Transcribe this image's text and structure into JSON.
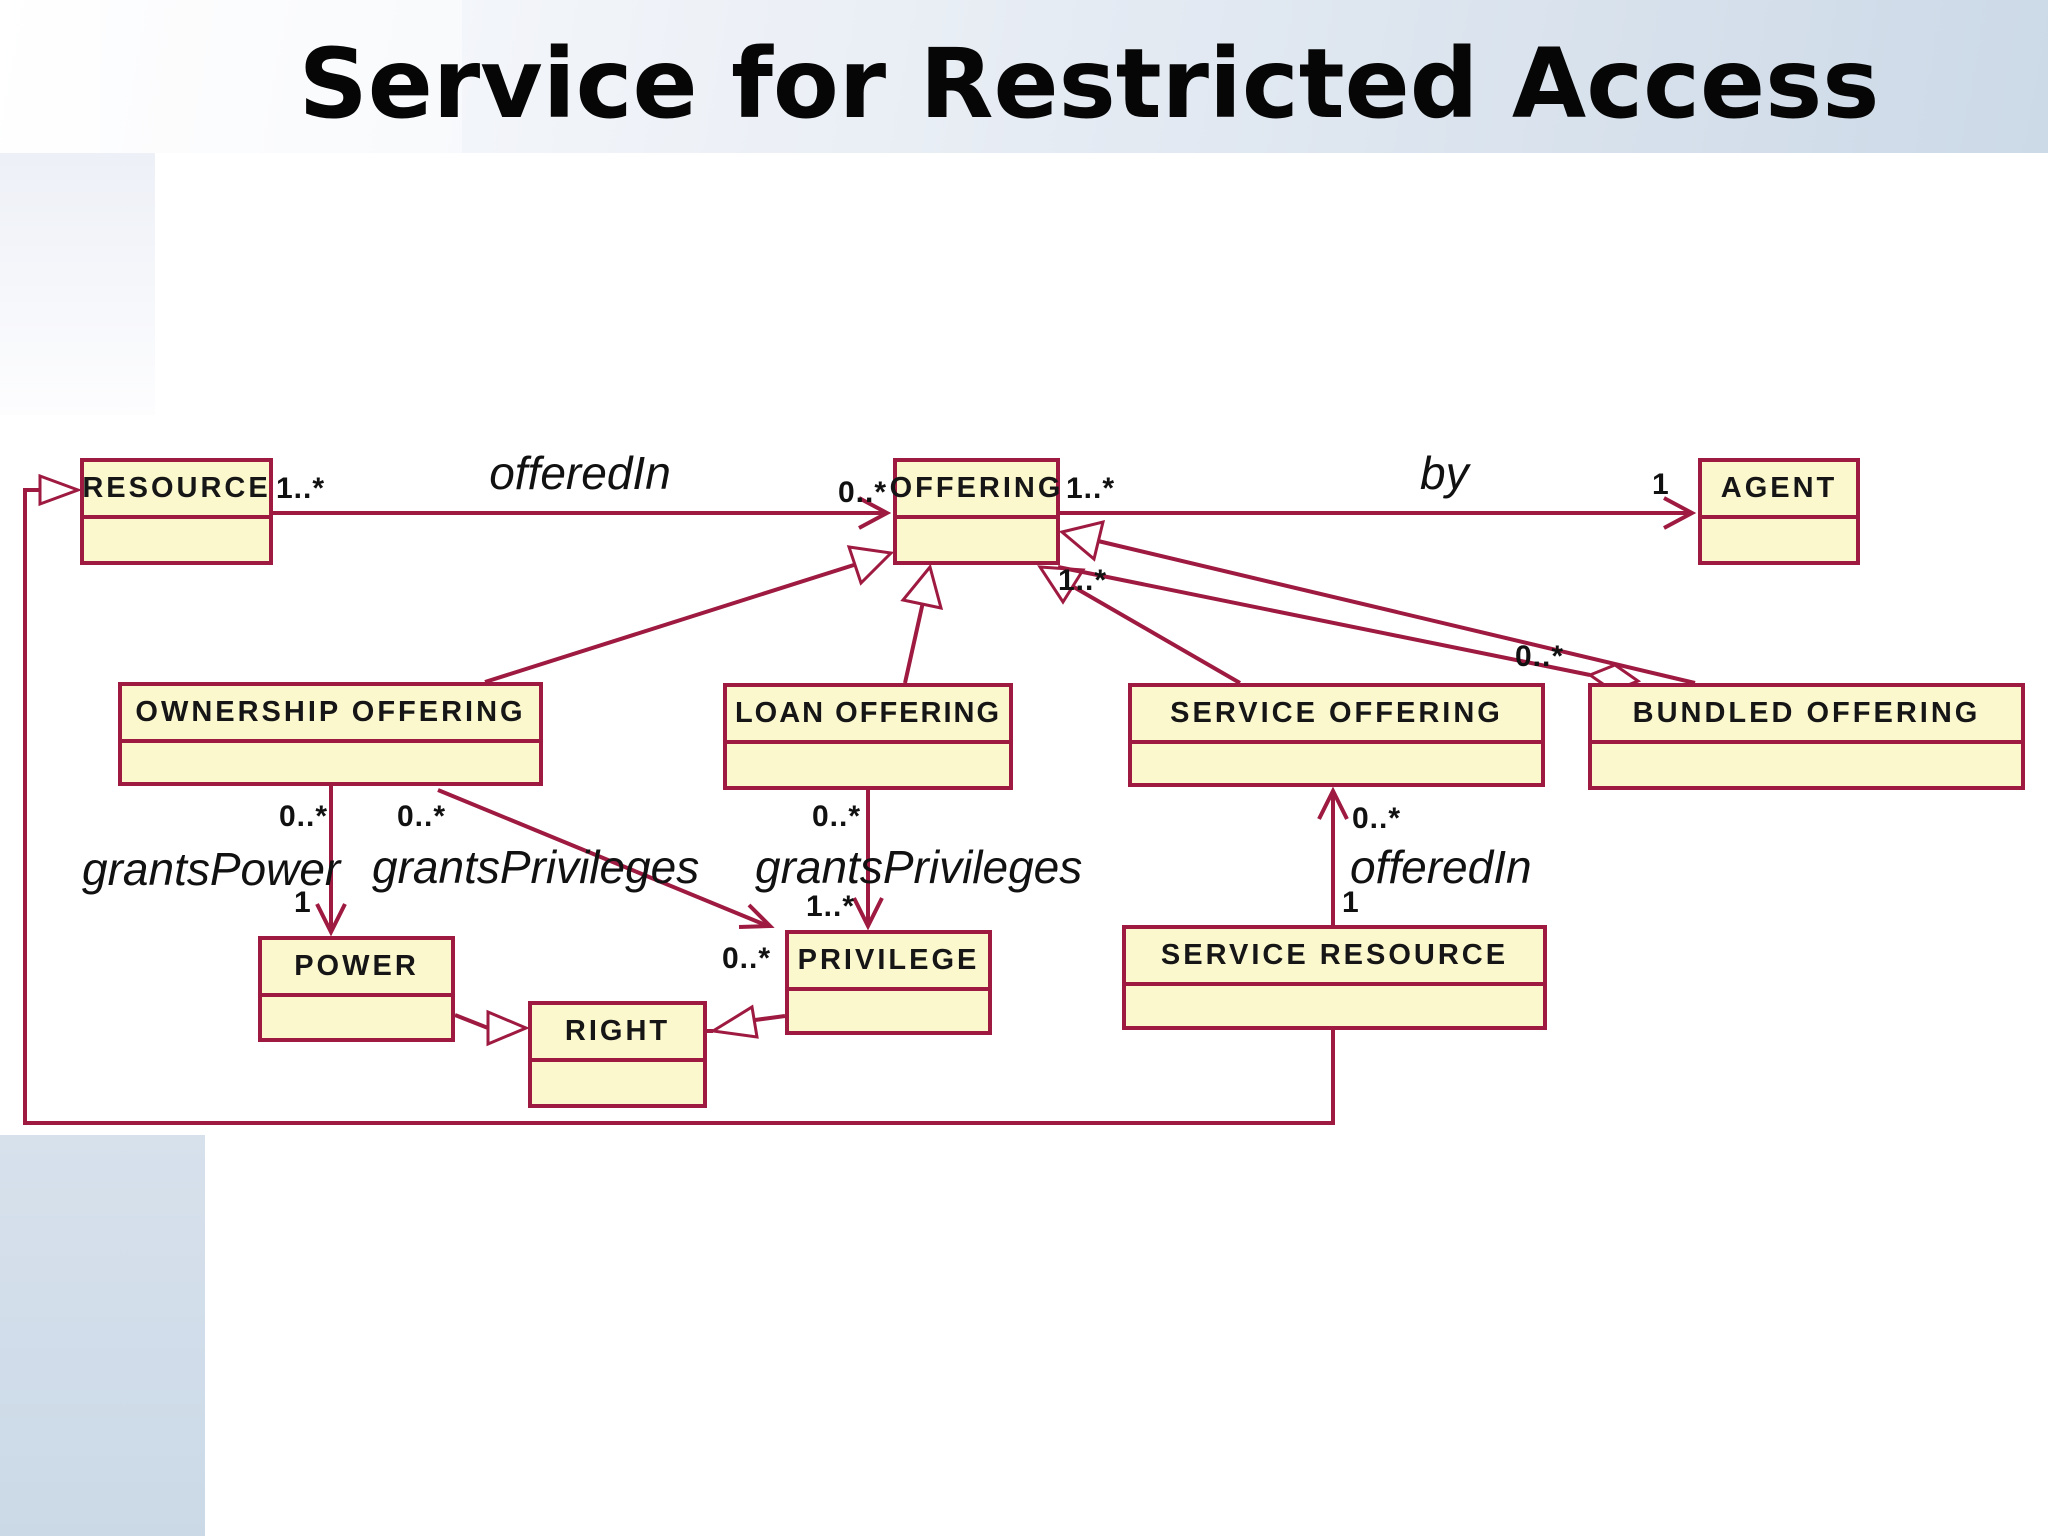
{
  "slide": {
    "title": "Service for Restricted Access"
  },
  "colors": {
    "line": "#9E1A40",
    "class_fill": "#FBF8CE",
    "class_border": "#9E1A40",
    "band_blue": "#CCD9E7"
  },
  "classes": [
    {
      "name": "RESOURCE"
    },
    {
      "name": "OFFERING"
    },
    {
      "name": "AGENT"
    },
    {
      "name": "OWNERSHIP OFFERING"
    },
    {
      "name": "LOAN OFFERING"
    },
    {
      "name": "SERVICE OFFERING"
    },
    {
      "name": "BUNDLED OFFERING"
    },
    {
      "name": "POWER"
    },
    {
      "name": "RIGHT"
    },
    {
      "name": "PRIVILEGE"
    },
    {
      "name": "SERVICE RESOURCE"
    }
  ],
  "associations": {
    "offeredIn_resource": {
      "label": "offeredIn",
      "from_mult": "1..*",
      "to_mult": "0..*"
    },
    "by": {
      "label": "by",
      "from_mult": "1..*",
      "to_mult": "1"
    },
    "bundle_aggregation": {
      "offering_mult": "1..*",
      "bundle_mult": "0..*"
    },
    "grantsPower": {
      "label": "grantsPower",
      "from_mult": "0..*",
      "to_mult": "1"
    },
    "grantsPrivileges_ownership": {
      "label": "grantsPrivileges",
      "from_mult": "0..*",
      "to_mult": "0..*"
    },
    "grantsPrivileges_loan": {
      "label": "grantsPrivileges",
      "from_mult": "0..*",
      "to_mult": "1..*"
    },
    "offeredIn_service": {
      "label": "offeredIn",
      "from_mult": "1",
      "to_mult": "0..*"
    }
  }
}
